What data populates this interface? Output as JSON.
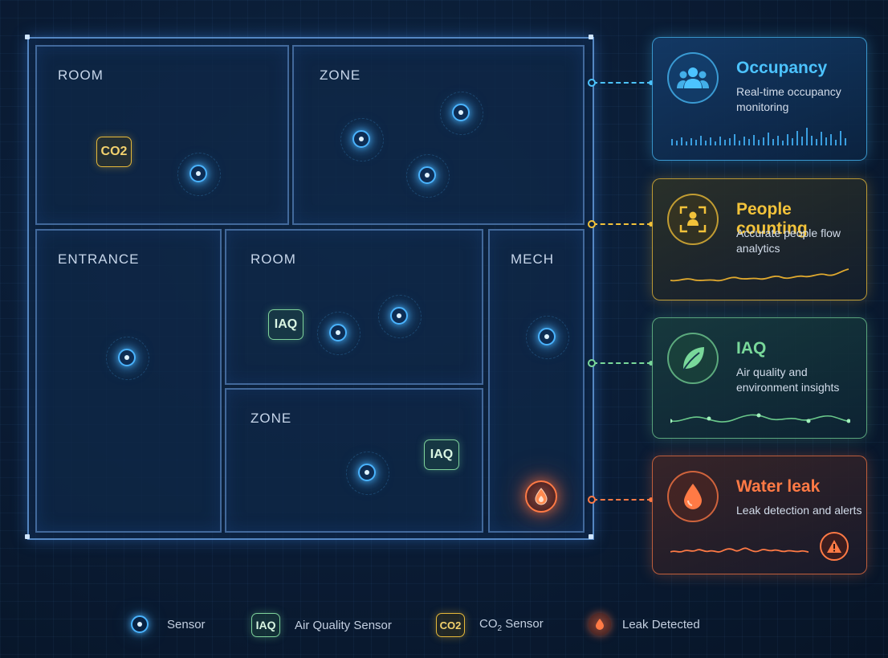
{
  "rooms": [
    {
      "label": "ROOM"
    },
    {
      "label": "ZONE"
    },
    {
      "label": "ENTRANCE"
    },
    {
      "label": "ROOM"
    },
    {
      "label": "MECH"
    },
    {
      "label": "ZONE"
    }
  ],
  "tags": {
    "co2": "CO2",
    "iaq_1": "IAQ",
    "iaq_2": "IAQ"
  },
  "cards": [
    {
      "title": "Occupancy",
      "description": "Real-time occupancy monitoring",
      "color": "#4cc3ff",
      "icon": "people-group-icon"
    },
    {
      "title": "People counting",
      "description": "Accurate people flow analytics",
      "color": "#f2c23a",
      "icon": "person-scan-icon"
    },
    {
      "title": "IAQ",
      "description": "Air quality and environment insights",
      "color": "#79d89a",
      "icon": "leaf-icon"
    },
    {
      "title": "Water leak",
      "description": "Leak detection and alerts",
      "color": "#ff7a45",
      "icon": "water-drop-icon",
      "alert_icon": "warning-icon"
    }
  ],
  "legend": [
    {
      "label": "Sensor",
      "icon": "sensor-icon"
    },
    {
      "tag": "IAQ",
      "label": "Air Quality Sensor"
    },
    {
      "tag": "CO2",
      "label_main": "CO",
      "label_sub": "2",
      "label_rest": " Sensor"
    },
    {
      "label": "Leak Detected",
      "icon": "leak-drop-icon"
    }
  ]
}
